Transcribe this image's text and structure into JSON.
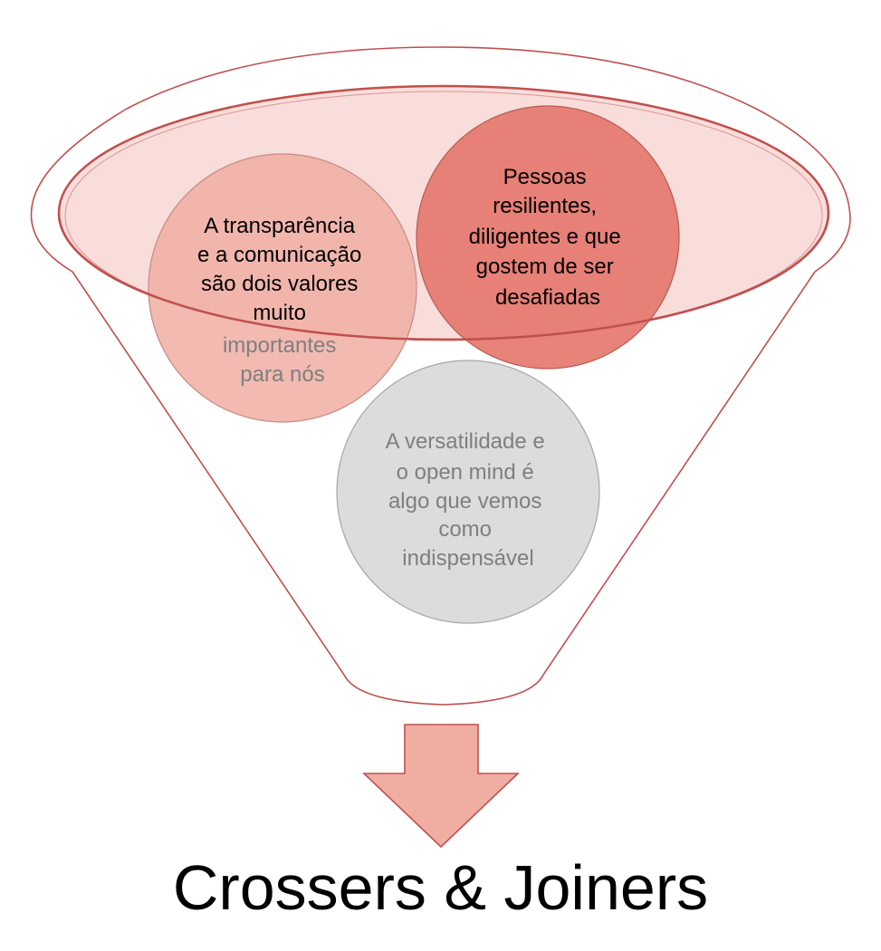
{
  "funnel": {
    "items": [
      {
        "lines": [
          "A transparência",
          "e a comunicação",
          "são dois valores",
          "muito",
          "importantes",
          "para nós"
        ]
      },
      {
        "lines": [
          "Pessoas",
          "resilientes,",
          "diligentes e que",
          "gostem de ser",
          "desafiadas"
        ]
      },
      {
        "lines": [
          "A versatilidade e",
          "o open mind é",
          "algo que vemos",
          "como",
          "indispensável"
        ]
      }
    ]
  },
  "result": {
    "label": "Crossers & Joiners"
  },
  "colors": {
    "funnel_outline": "#c0504d",
    "rim_fill": "#f4c7c3",
    "bubble_left": "#f0aea3",
    "bubble_right": "#e4766a",
    "bubble_bottom": "#dcdcdc",
    "arrow_fill": "#f0aea3",
    "arrow_stroke": "#c0504d",
    "text_dark": "#000000",
    "text_grey": "#7f7f7f"
  }
}
